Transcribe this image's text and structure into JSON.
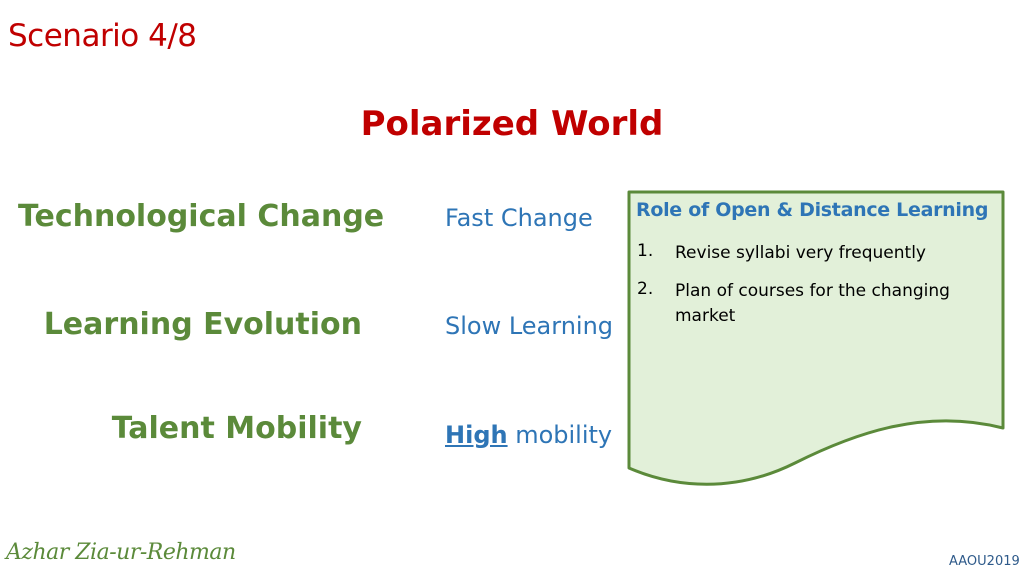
{
  "slide": {
    "scenario_label": "Scenario 4/8",
    "title": "Polarized World",
    "rows": [
      {
        "label": "Technological Change",
        "value": "Fast Change"
      },
      {
        "label": "Learning Evolution",
        "value": "Slow Learning"
      },
      {
        "label": "Talent Mobility",
        "value_emph": "High",
        "value_rest": " mobility"
      }
    ],
    "box": {
      "heading": "Role of Open & Distance Learning",
      "items": [
        {
          "num": "1.",
          "text": "Revise syllabi very frequently"
        },
        {
          "num": "2.",
          "text": "Plan of courses for the changing market"
        }
      ]
    },
    "signature": "Azhar Zia-ur-Rehman",
    "footer": "AAOU2019"
  },
  "colors": {
    "title_red": "#c00000",
    "label_green": "#5b8a3a",
    "value_blue": "#2e75b6",
    "box_fill": "#e2f0d9",
    "box_border": "#5b8a3a"
  }
}
